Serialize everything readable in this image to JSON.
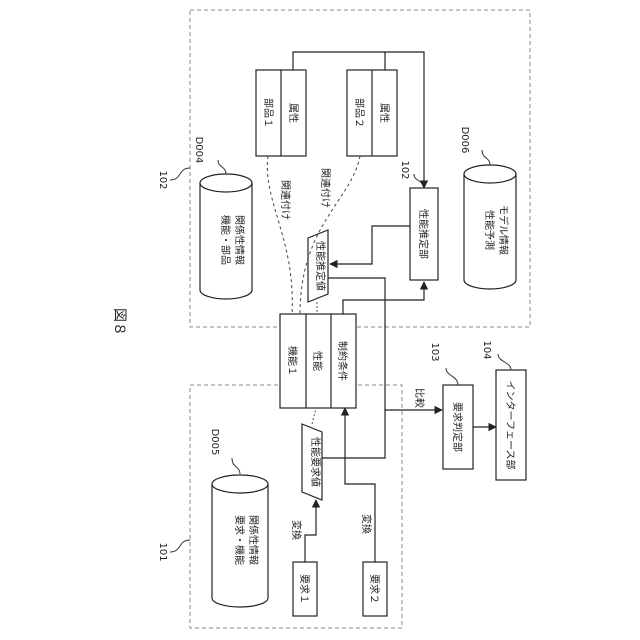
{
  "figure": {
    "title": "図８"
  },
  "regions": {
    "r101": {
      "ref": "101"
    },
    "r102": {
      "ref": "102"
    }
  },
  "databases": {
    "d005": {
      "code": "D005",
      "label1": "要求・機能",
      "label2": "関係性情報"
    },
    "d004": {
      "code": "D004",
      "label1": "機能・部品",
      "label2": "関係性情報"
    },
    "d006": {
      "code": "D006",
      "label1": "性能予測",
      "label2": "モデル情報"
    }
  },
  "requirements": {
    "req1": "要求１",
    "req2": "要求２"
  },
  "labels": {
    "conversion1": "変換",
    "conversion2": "変換",
    "association1": "関連付け",
    "association2": "関連付け",
    "comparison": "比較"
  },
  "data_items": {
    "perf_required": "性能要求値",
    "perf_estimated": "性能推定値"
  },
  "function_block": {
    "name": "機能１",
    "performance": "性能",
    "constraint": "制約条件"
  },
  "parts": {
    "part1": {
      "name": "部品１",
      "attr": "属性"
    },
    "part2": {
      "name": "部品２",
      "attr": "属性"
    }
  },
  "units": {
    "estimator": {
      "ref": "102",
      "label": "性能推定部"
    },
    "judge": {
      "ref": "103",
      "label": "要求判定部"
    },
    "interface": {
      "ref": "104",
      "label": "インターフェース部"
    }
  }
}
